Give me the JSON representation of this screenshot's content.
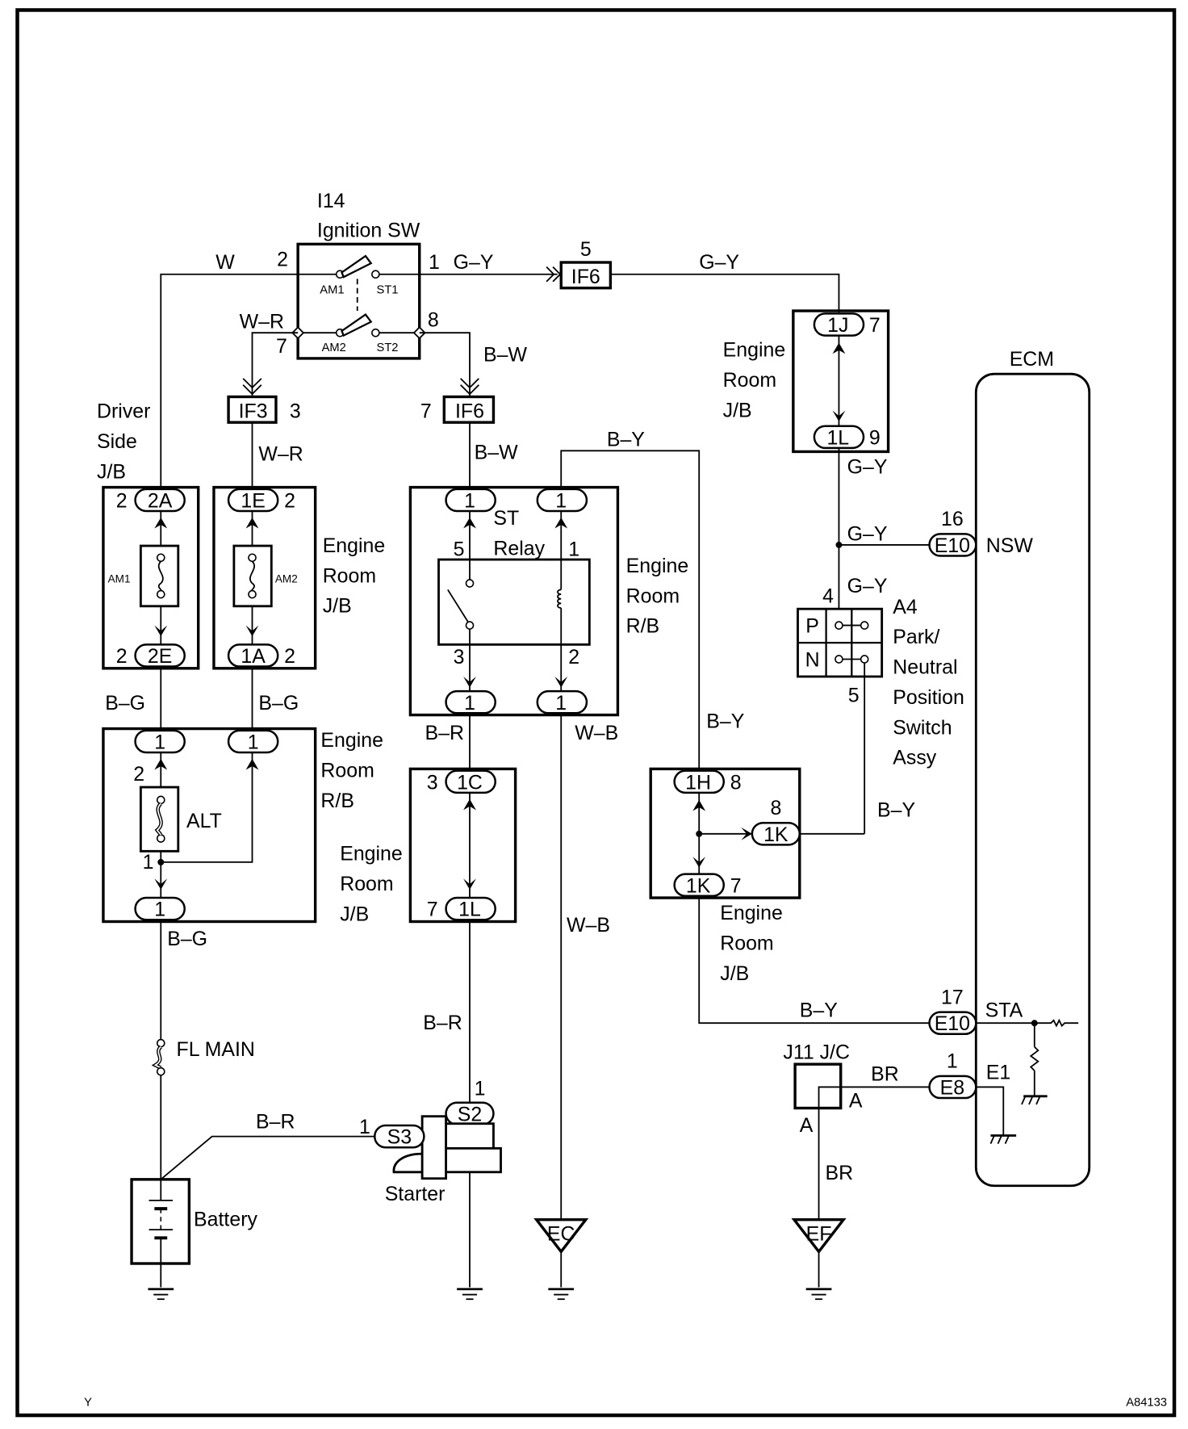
{
  "diagram": {
    "title": "Starting System / Park-Neutral Position Switch Circuit",
    "figure_code": "A84133",
    "corner_mark": "Y",
    "components": {
      "ignition_sw": {
        "ref": "I14",
        "name": "Ignition SW",
        "contacts": [
          "AM1",
          "ST1",
          "AM2",
          "ST2"
        ],
        "pins": {
          "p2": "2",
          "p1": "1",
          "p7": "7",
          "p8": "8"
        }
      },
      "if6_top": {
        "label": "IF6",
        "pin": "5"
      },
      "if3": {
        "label": "IF3",
        "pin": "3"
      },
      "if6_mid": {
        "label": "IF6",
        "pin": "7"
      },
      "driver_jb": {
        "name_lines": [
          "Driver",
          "Side",
          "J/B"
        ],
        "top_conn": "2A",
        "top_pin": "2",
        "fuse": "AM1",
        "bottom_conn": "2E",
        "bottom_pin": "2"
      },
      "am2_jb": {
        "name_lines": [
          "Engine",
          "Room",
          "J/B"
        ],
        "top_conn": "1E",
        "top_pin": "2",
        "fuse": "AM2",
        "bottom_conn": "1A",
        "bottom_pin": "2"
      },
      "st_relay": {
        "name_lines": [
          "ST",
          "Relay"
        ],
        "box_lines": [
          "Engine",
          "Room",
          "R/B"
        ],
        "conn": "1",
        "pins": {
          "p5": "5",
          "p1": "1",
          "p3": "3",
          "p2": "2"
        }
      },
      "jb_1j": {
        "name_lines": [
          "Engine",
          "Room",
          "J/B"
        ],
        "top_conn": "1J",
        "top_pin": "7",
        "bottom_conn": "1L",
        "bottom_pin": "9"
      },
      "ecm": {
        "name": "ECM",
        "terminals": [
          {
            "conn": "E10",
            "pin": "16",
            "label": "NSW"
          },
          {
            "conn": "E10",
            "pin": "17",
            "label": "STA"
          },
          {
            "conn": "E8",
            "pin": "1",
            "label": "E1"
          }
        ]
      },
      "pnp_switch": {
        "ref": "A4",
        "name_lines": [
          "Park/",
          "Neutral",
          "Position",
          "Switch",
          "Assy"
        ],
        "positions": [
          "P",
          "N"
        ],
        "pin_in": "4",
        "pin_out": "5"
      },
      "alt_rb": {
        "name_lines": [
          "Engine",
          "Room",
          "R/B"
        ],
        "fuse": "ALT",
        "conn": "1",
        "pin_top": "2",
        "pin_bottom": "1"
      },
      "jb_1c": {
        "name_lines": [
          "Engine",
          "Room",
          "J/B"
        ],
        "top_conn": "1C",
        "top_pin": "3",
        "bottom_conn": "1L",
        "bottom_pin": "7"
      },
      "jb_1h": {
        "name_lines": [
          "Engine",
          "Room",
          "J/B"
        ],
        "top_conn": "1H",
        "top_pin": "8",
        "side_conn": "1K",
        "side_pin": "8",
        "bottom_conn": "1K",
        "bottom_pin": "7"
      },
      "fl_main": {
        "name": "FL MAIN"
      },
      "battery": {
        "name": "Battery"
      },
      "starter": {
        "name": "Starter",
        "conn_s3": "S3",
        "pin_s3": "1",
        "conn_s2": "S2",
        "pin_s2": "1"
      },
      "jc": {
        "name": "J11 J/C",
        "pin_a": "A"
      },
      "ground_ec": {
        "label": "EC"
      },
      "ground_ef": {
        "label": "EF"
      }
    },
    "wires": {
      "w_top": "W",
      "gy_1": "G–Y",
      "gy_2": "G–Y",
      "wr_1": "W–R",
      "bw_1": "B–W",
      "wr_2": "W–R",
      "bw_2": "B–W",
      "by_1": "B–Y",
      "gy_3": "G–Y",
      "gy_4": "G–Y",
      "gy_5": "G–Y",
      "bg_1": "B–G",
      "bg_2": "B–G",
      "br_1": "B–R",
      "wb_1": "W–B",
      "by_2": "B–Y",
      "by_3": "B–Y",
      "bg_3": "B–G",
      "wb_2": "W–B",
      "br_2": "B–R",
      "by_4": "B–Y",
      "br_3": "B–R",
      "br_w1": "BR",
      "br_w2": "BR"
    }
  }
}
